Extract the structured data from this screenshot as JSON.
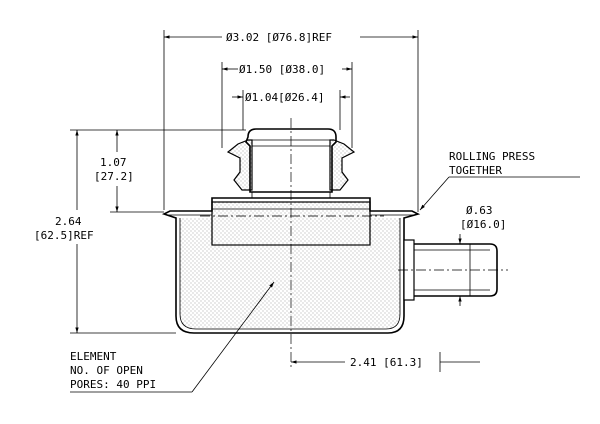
{
  "dimensions": {
    "outer_diameter": "Ø3.02 [Ø76.8]REF",
    "mid_diameter": "Ø1.50 [Ø38.0]",
    "inner_diameter": "Ø1.04[Ø26.4]",
    "neck_height_line1": "1.07",
    "neck_height_line2": "[27.2]",
    "overall_height_line1": "2.64",
    "overall_height_line2": "[62.5]REF",
    "outlet_diameter_line1": "Ø.63",
    "outlet_diameter_line2": "[Ø16.0]",
    "outlet_offset": "2.41 [61.3]"
  },
  "notes": {
    "rolling_line1": "ROLLING PRESS",
    "rolling_line2": "TOGETHER",
    "element_line1": "ELEMENT",
    "element_line2": "NO. OF OPEN",
    "element_line3": "PORES: 40 PPI"
  },
  "colors": {
    "line": "#000000",
    "background": "#ffffff",
    "stipple": "#7a7a7a"
  }
}
